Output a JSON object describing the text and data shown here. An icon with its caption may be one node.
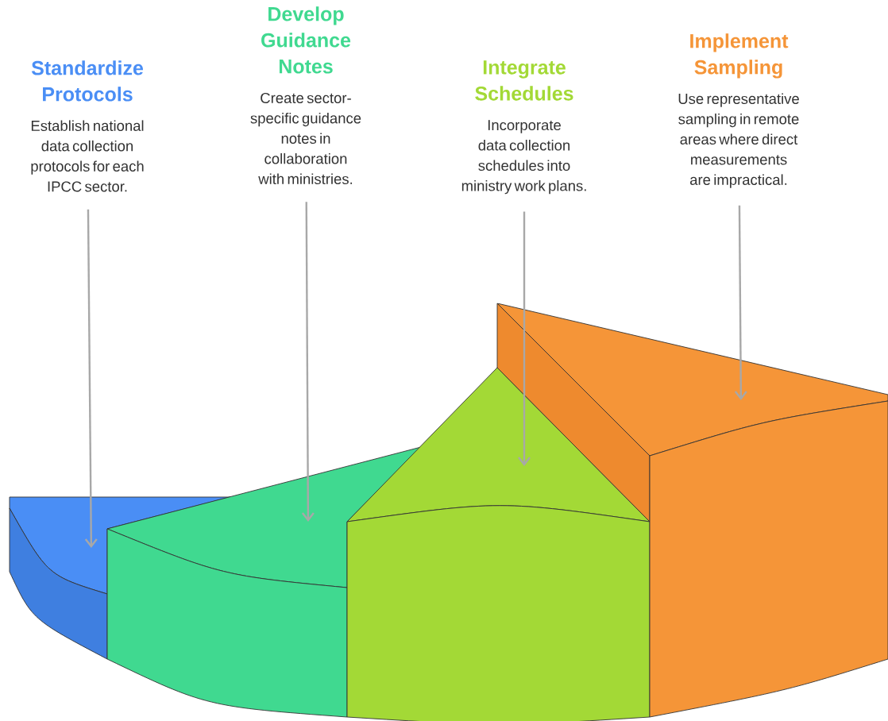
{
  "diagram": {
    "nodes": [
      {
        "text": [
          "Standardize Protocols",
          "Establish national data collection protocols for each IPCC sector."
        ]
      },
      {
        "text": [
          "Develop Guidance Notes",
          "Create sector-specific guidance notes in collaboration with ministries."
        ]
      },
      {
        "text": [
          "Integrate Schedules",
          "Incorporate data collection schedules into ministry work plans."
        ]
      },
      {
        "text": [
          "Implement Sampling",
          "Use representative sampling in remote areas where direct measurements are impractical."
        ]
      },
      {
        "text": [],
        "shape": "segment"
      },
      {
        "text": [],
        "shape": "segment"
      },
      {
        "text": [],
        "shape": "segment"
      },
      {
        "text": [],
        "shape": "segment"
      }
    ],
    "edges": [
      {
        "from": 0,
        "to": 4,
        "arrow": "to"
      },
      {
        "from": 1,
        "to": 5,
        "arrow": "to"
      },
      {
        "from": 2,
        "to": 6,
        "arrow": "to"
      },
      {
        "from": 3,
        "to": 7,
        "arrow": "to"
      }
    ]
  }
}
